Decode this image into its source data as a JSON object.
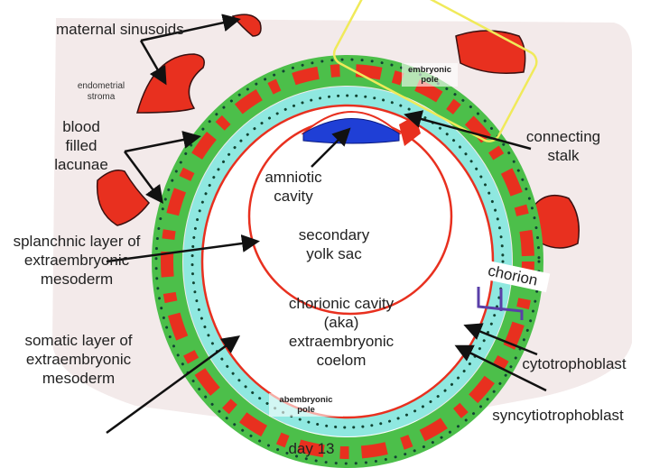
{
  "title": "day 13",
  "labels": {
    "maternal_sinusoids": "maternal sinusoids",
    "endometrial_stroma": "endometrial stroma",
    "blood_filled_lacunae": "blood filled lacunae",
    "splanchnic_layer": "splanchnic layer of extraembryonic mesoderm",
    "somatic_layer": "somatic layer of extraembryonic mesoderm",
    "embryonic_pole": "embryonic pole",
    "abembryonic_pole": "abembryonic pole",
    "connecting_stalk": "connecting stalk",
    "amniotic_cavity": "amniotic cavity",
    "secondary_yolk_sac": "secondary yolk sac",
    "chorionic_cavity": "chorionic cavity (aka) extraembryonic coelom",
    "chorion": "chorion",
    "cytotrophoblast": "cytotrophoblast",
    "syncytiotrophoblast": "syncytiotrophoblast"
  },
  "colors": {
    "stroma": "#f3eaea",
    "syncytio": "#4cbf4a",
    "lacunae": "#e8301f",
    "cyto": "#8fe8e0",
    "amnion": "#1f3fd6",
    "highlight": "#f0ea5a",
    "chorion_bracket": "#5a3fa8"
  }
}
